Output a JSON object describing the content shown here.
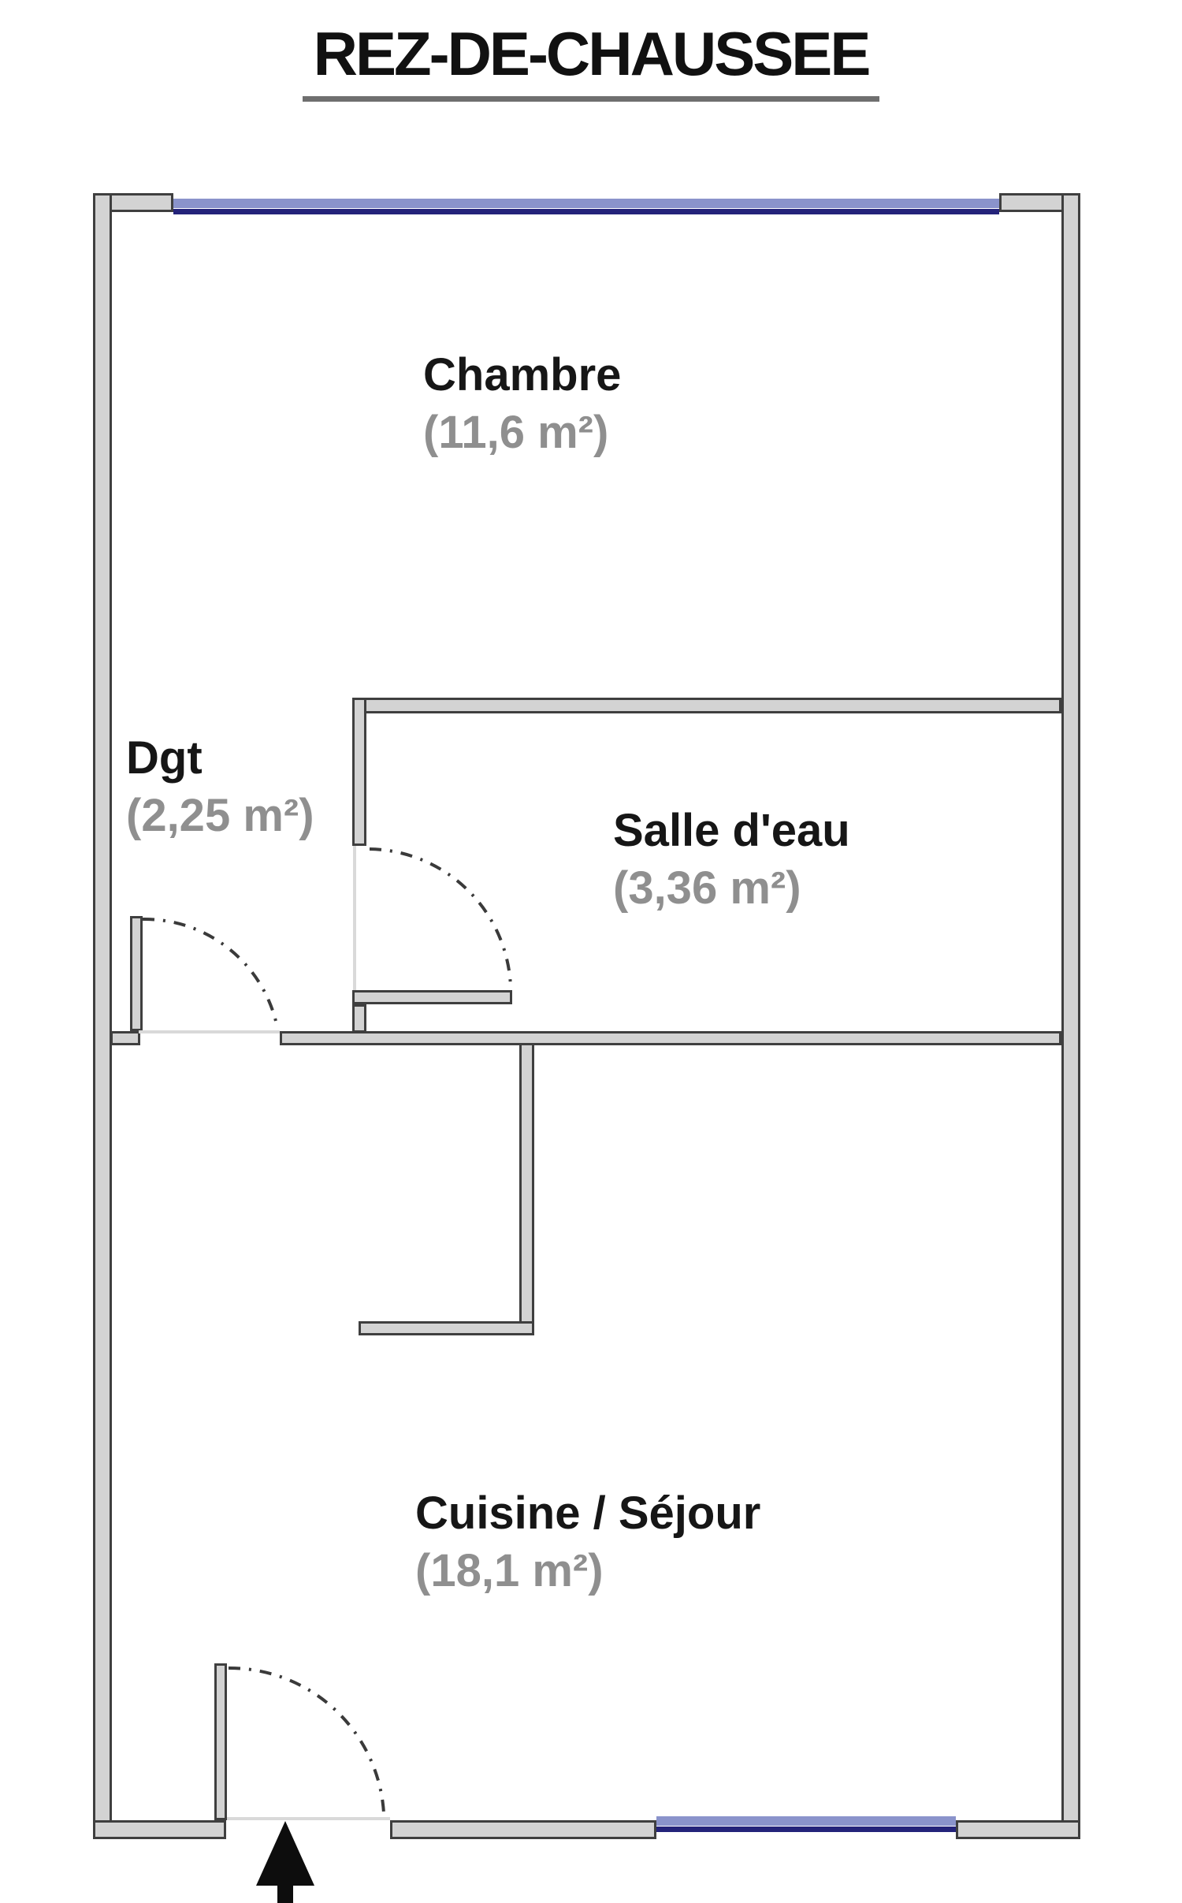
{
  "title": "REZ-DE-CHAUSSEE",
  "rooms": [
    {
      "id": "chambre",
      "name": "Chambre",
      "area": "(11,6 m²)"
    },
    {
      "id": "dgt",
      "name": "Dgt",
      "area": "(2,25 m²)"
    },
    {
      "id": "salle-deau",
      "name": "Salle d'eau",
      "area": "(3,36 m²)"
    },
    {
      "id": "cuisine-sejour",
      "name": "Cuisine / Séjour",
      "area": "(18,1 m²)"
    }
  ],
  "icons": {
    "entrance_arrow": "up-arrow marking the entrance door at the bottom wall"
  },
  "colors": {
    "wall_fill": "#d3d3d3",
    "wall_outline": "#3f3f3f",
    "window_light_blue": "#8a93cb",
    "window_dark_blue": "#24237a",
    "title_text": "#111111",
    "room_name_text": "#161616",
    "room_area_text": "#8f8f8f",
    "door_arc": "#3a3a3a"
  }
}
